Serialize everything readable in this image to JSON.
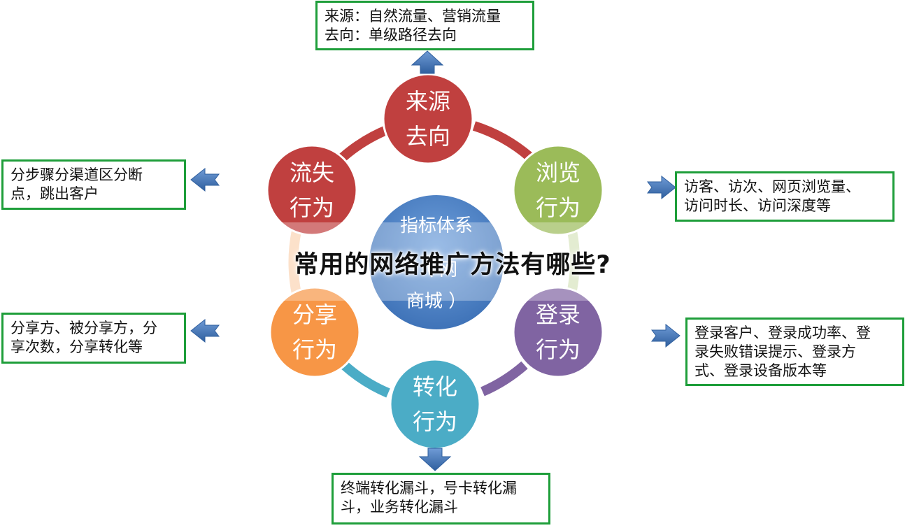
{
  "center": {
    "line1": "指标体系",
    "line2": "（ 网",
    "line3": "商城 ）"
  },
  "nodes": {
    "source": {
      "line1": "来源",
      "line2": "去向",
      "color": "#c0403f"
    },
    "browse": {
      "line1": "浏览",
      "line2": "行为",
      "color": "#9bbb59"
    },
    "login": {
      "line1": "登录",
      "line2": "行为",
      "color": "#8064a2"
    },
    "convert": {
      "line1": "转化",
      "line2": "行为",
      "color": "#4bacc6"
    },
    "share": {
      "line1": "分享",
      "line2": "行为",
      "color": "#f79646"
    },
    "churn": {
      "line1": "流失",
      "line2": "行为",
      "color": "#c0403f"
    }
  },
  "boxes": {
    "source": {
      "line1": "来源：自然流量、营销流量",
      "line2": "去向：单级路径去向"
    },
    "churn": {
      "line1": "分步骤分渠道区分断",
      "line2": "点，跳出客户"
    },
    "browse": {
      "line1": "访客、访次、网页浏览量、",
      "line2": "访问时长、访问深度等"
    },
    "share": {
      "line1": "分享方、被分享方，分",
      "line2": "享次数，分享转化等"
    },
    "login": {
      "line1": "登录客户、登录成功率、登",
      "line2": "录失败错误提示、登录方",
      "line3": "式、登录设备版本等"
    },
    "convert": {
      "line1": "终端转化漏斗，号卡转化漏",
      "line2": "斗，业务转化漏斗"
    }
  },
  "banner": "常用的网络推广方法有哪些?",
  "colors": {
    "box_border": "#1e9e3a",
    "arrow": "#4f81bd",
    "center": "#4f81bd"
  }
}
